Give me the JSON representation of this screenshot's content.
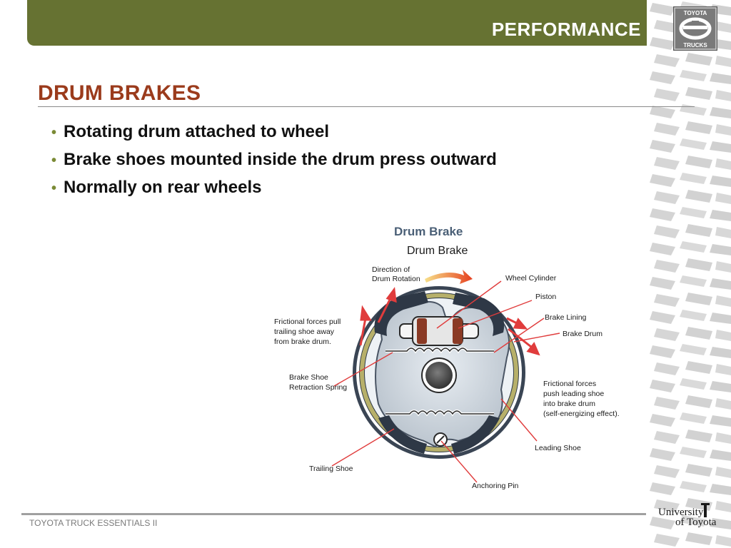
{
  "header": {
    "section_title": "PERFORMANCE",
    "brand_logo": {
      "icon": "toyota-trucks-logo",
      "lines": [
        "TOYOTA",
        "TRUCKS"
      ]
    }
  },
  "slide": {
    "title": "DRUM BRAKES",
    "bullets": [
      "Rotating drum attached to wheel",
      "Brake shoes mounted inside the drum press outward",
      "Normally on rear wheels"
    ]
  },
  "diagram": {
    "caption": "Drum Brake",
    "image_title": "Drum Brake",
    "labels": {
      "direction_1": "Direction of",
      "direction_2": "Drum Rotation",
      "wheel_cylinder": "Wheel Cylinder",
      "piston": "Piston",
      "brake_lining": "Brake Lining",
      "brake_drum": "Brake Drum",
      "friction_pull_1": "Frictional forces pull",
      "friction_pull_2": "trailing shoe away",
      "friction_pull_3": "from brake drum.",
      "spring_1": "Brake Shoe",
      "spring_2": "Retraction Spring",
      "friction_push_1": "Frictional forces",
      "friction_push_2": "push leading shoe",
      "friction_push_3": "into brake drum",
      "friction_push_4": "(self-energizing effect).",
      "leading_shoe": "Leading Shoe",
      "trailing_shoe": "Trailing Shoe",
      "anchoring_pin": "Anchoring Pin"
    }
  },
  "footer": {
    "text": "TOYOTA TRUCK ESSENTIALS II",
    "logo_line1": "University",
    "logo_line2": "of Toyota"
  },
  "colors": {
    "header_green": "#667232",
    "title_red": "#9b3b1c",
    "bullet_green": "#7a8a35",
    "caption_blue": "#4a5f76",
    "leader_red": "#e03c3c"
  }
}
